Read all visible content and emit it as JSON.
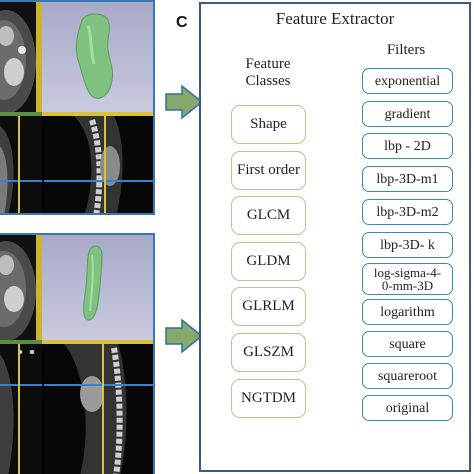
{
  "panel_letter": "C",
  "title": "Feature Extractor",
  "feature_classes_header": "Feature\nClasses",
  "filters_header": "Filters",
  "feature_classes": [
    "Shape",
    "First order",
    "GLCM",
    "GLDM",
    "GLRLM",
    "GLSZM",
    "NGTDM"
  ],
  "filters": [
    "exponential",
    "gradient",
    "lbp - 2D",
    "lbp-3D-m1",
    "lbp-3D-m2",
    "lbp-3D- k",
    "log-sigma-4-\n0-mm-3D",
    "logarithm",
    "square",
    "squareroot",
    "original"
  ],
  "colors": {
    "class_border": "#a8cf8a",
    "filter_border": "#3d86c6",
    "arrow_fill": "#86a86a",
    "panel_border": "#3a78b5",
    "extractor_border": "#3a5c8c",
    "segmentation": "#7fc27f"
  }
}
